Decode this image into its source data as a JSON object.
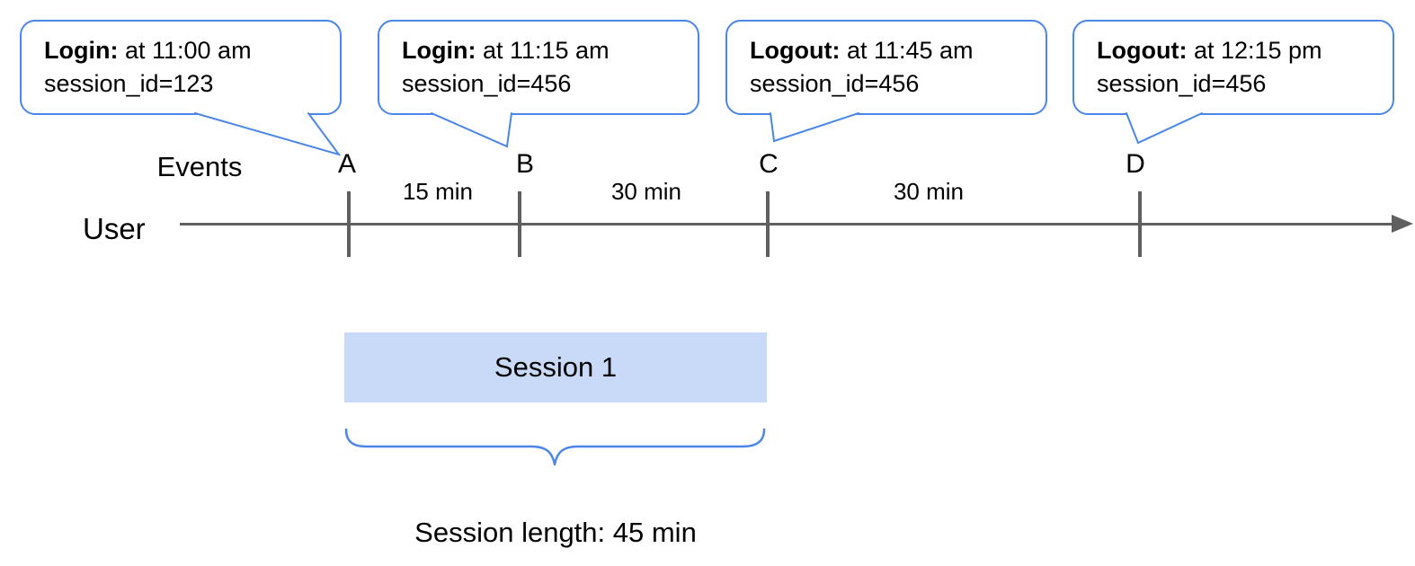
{
  "colors": {
    "accent_blue": "#4a86e8",
    "timeline_gray": "#5f5f5f",
    "session_fill": "#c9daf8"
  },
  "callouts": [
    {
      "event": "Login:",
      "time": " at 11:00 am",
      "detail": "session_id=123",
      "points_to": "A"
    },
    {
      "event": "Login:",
      "time": " at 11:15 am",
      "detail": "session_id=456",
      "points_to": "B"
    },
    {
      "event": "Logout:",
      "time": " at 11:45 am",
      "detail": "session_id=456",
      "points_to": "C"
    },
    {
      "event": "Logout:",
      "time": " at 12:15 pm",
      "detail": "session_id=456",
      "points_to": "D"
    }
  ],
  "timeline": {
    "events_label": "Events",
    "user_label": "User",
    "ticks": [
      "A",
      "B",
      "C",
      "D"
    ],
    "intervals": [
      "15 min",
      "30 min",
      "30 min"
    ]
  },
  "session": {
    "box_label": "Session 1",
    "length_label": "Session length: 45 min"
  }
}
